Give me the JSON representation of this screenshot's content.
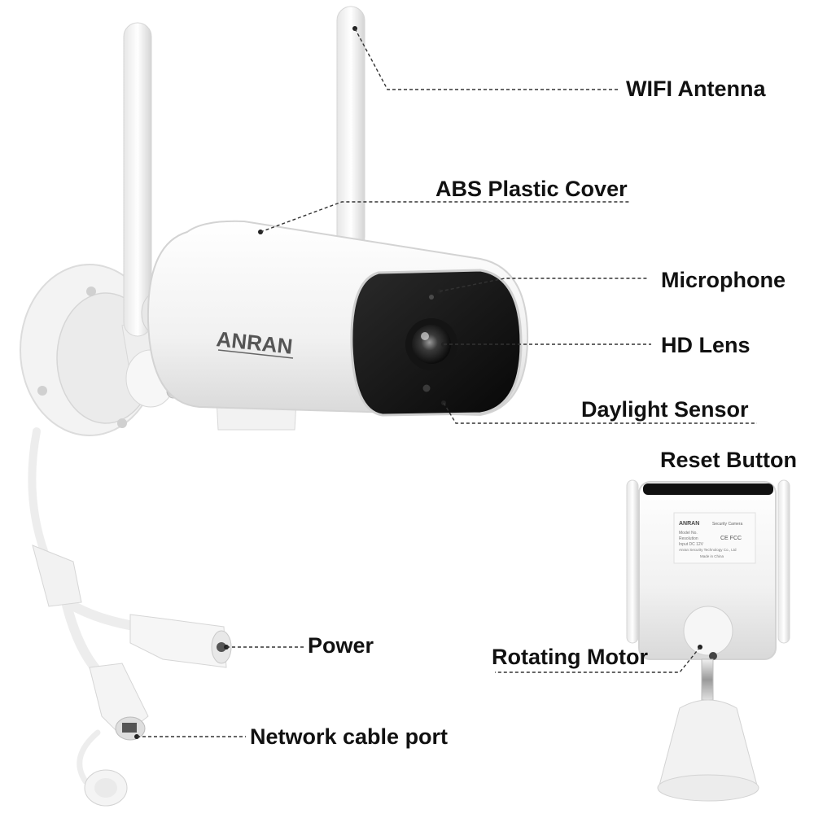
{
  "labels": {
    "wifi_antenna": "WIFI Antenna",
    "abs_cover": "ABS Plastic Cover",
    "microphone": "Microphone",
    "hd_lens": "HD Lens",
    "daylight_sensor": "Daylight Sensor",
    "reset_button": "Reset Button",
    "power": "Power",
    "rotating_motor": "Rotating Motor",
    "network_port": "Network cable port"
  },
  "brand": {
    "logo_text": "ANRAN",
    "back_logo_text": "ANRAN",
    "back_sticker_lines": [
      "Security Camera",
      "Model No.",
      "Resolution",
      "Input DC 12V",
      "Anran Security Technology Co., Ltd",
      "Made in China",
      "CE FCC"
    ]
  },
  "colors": {
    "body": "#f4f4f4",
    "face": "#1a1a1a",
    "text": "#111111",
    "leader": "#333333"
  }
}
